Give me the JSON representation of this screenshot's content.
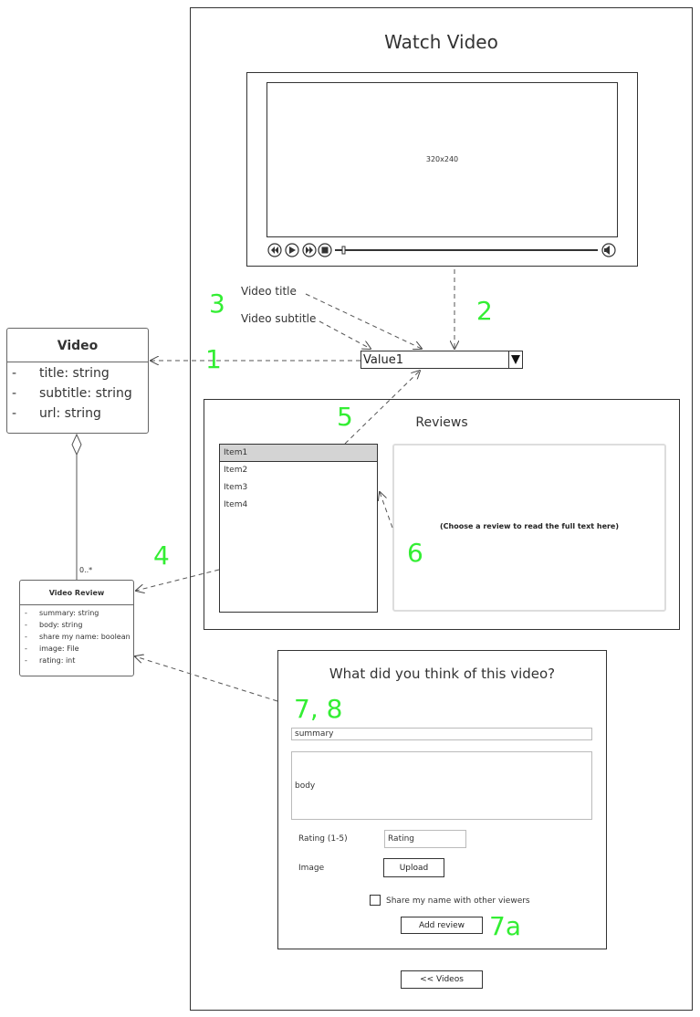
{
  "page": {
    "title": "Watch Video"
  },
  "player": {
    "size_label": "320x240",
    "controls": [
      "rewind-icon",
      "play-icon",
      "fast-forward-icon",
      "stop-icon",
      "volume-icon"
    ]
  },
  "title_labels": {
    "video_title": "Video title",
    "video_subtitle": "Video subtitle"
  },
  "select": {
    "value": "Value1"
  },
  "annotations": {
    "a1": "1",
    "a2": "2",
    "a3": "3",
    "a4": "4",
    "a5": "5",
    "a6": "6",
    "a78": "7, 8",
    "a7a": "7a"
  },
  "uml_video": {
    "name": "Video",
    "attrs": [
      {
        "dash": "-",
        "text": "title: string"
      },
      {
        "dash": "-",
        "text": "subtitle: string"
      },
      {
        "dash": "-",
        "text": "url: string"
      }
    ]
  },
  "uml_review": {
    "name": "Video Review",
    "multiplicity": "0..*",
    "attrs": [
      {
        "dash": "-",
        "text": "summary: string"
      },
      {
        "dash": "-",
        "text": "body: string"
      },
      {
        "dash": "-",
        "text": "share my name: boolean"
      },
      {
        "dash": "-",
        "text": "image: File"
      },
      {
        "dash": "-",
        "text": "rating: int"
      }
    ]
  },
  "reviews": {
    "title": "Reviews",
    "items": [
      "Item1",
      "Item2",
      "Item3",
      "Item4"
    ],
    "placeholder": "(Choose a review to read the full text here)"
  },
  "form": {
    "title": "What did you think of this video?",
    "summary": "summary",
    "body": "body",
    "rating_label": "Rating (1-5)",
    "rating_value": "Rating",
    "image_label": "Image",
    "upload": "Upload",
    "share_label": "Share my name with other viewers",
    "add_review": "Add review"
  },
  "footer": {
    "back": "<< Videos"
  },
  "colors": {
    "annotation": "#33ee33",
    "selected_item": "#d4d4d4"
  }
}
